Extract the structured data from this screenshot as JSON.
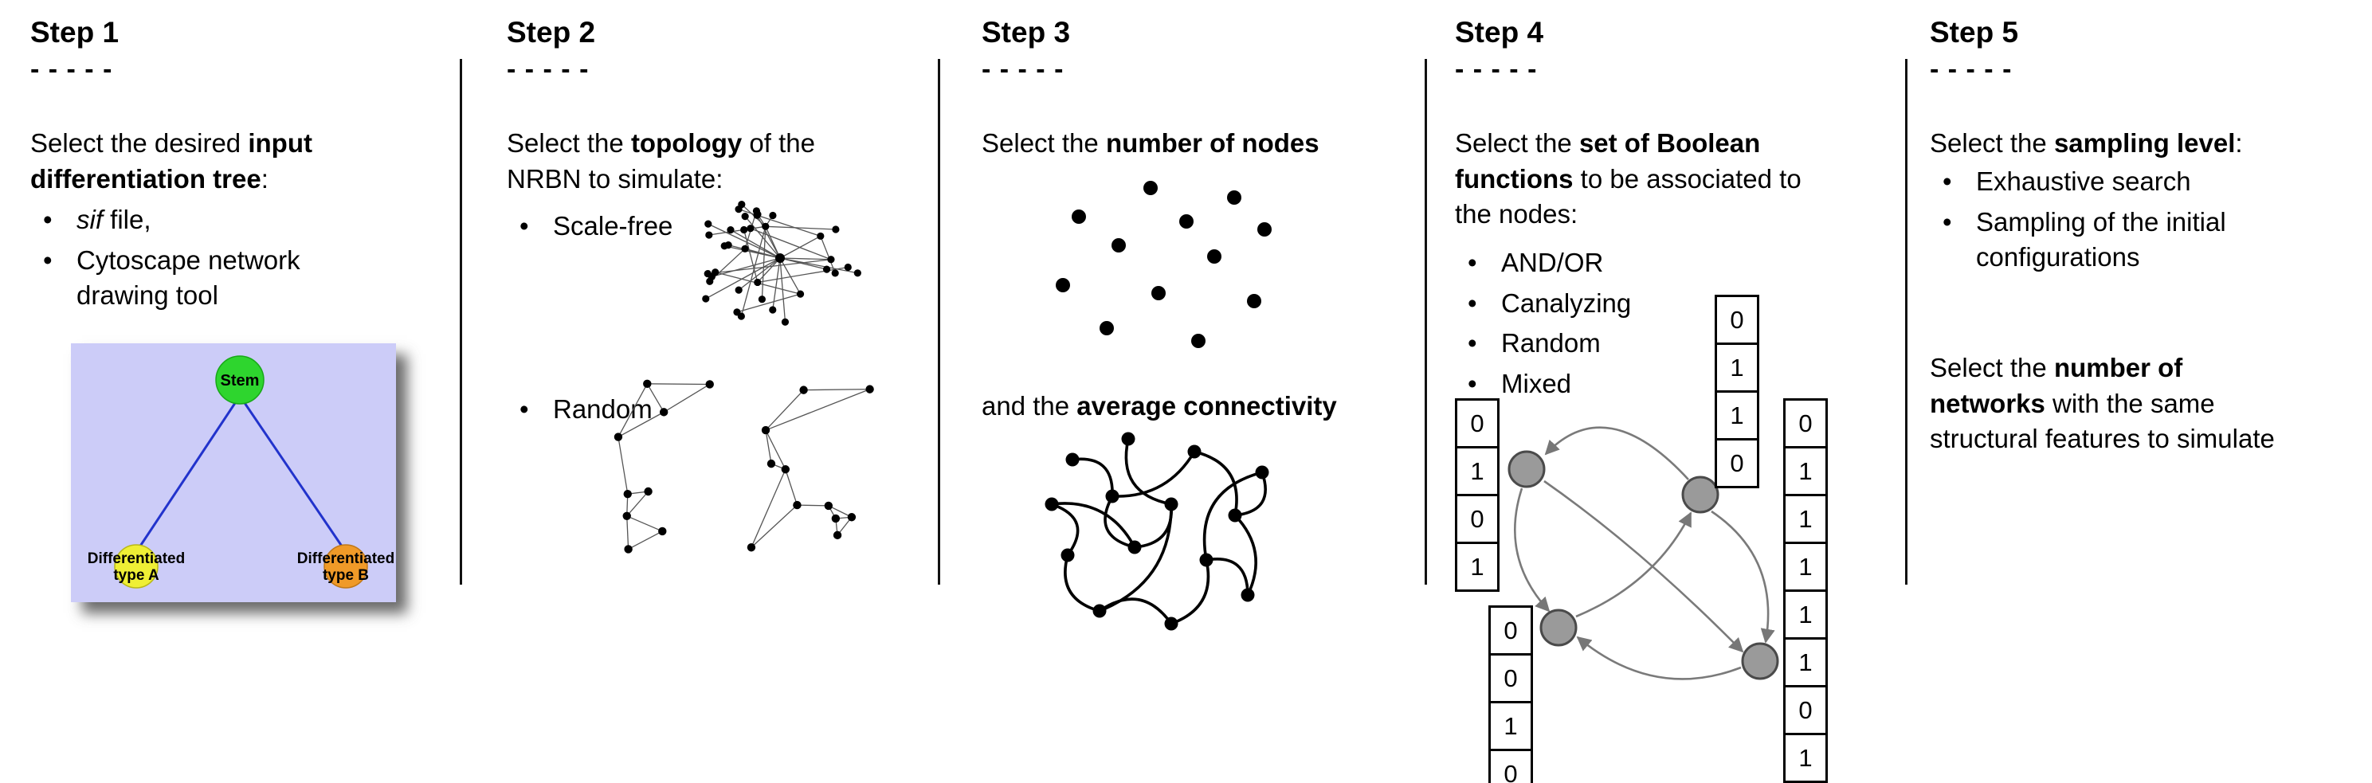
{
  "steps": [
    {
      "title": "Step 1",
      "dashes": "- - - - -",
      "intro": [
        {
          "t": "Select the desired "
        },
        {
          "t": "input",
          "b": true
        },
        {
          "br": true
        },
        {
          "t": "differentiation tree",
          "b": true
        },
        {
          "t": ":"
        }
      ],
      "bullets": [
        [
          {
            "t": "sif",
            "i": true
          },
          {
            "t": " file,"
          }
        ],
        [
          {
            "t": "Cytoscape network"
          },
          {
            "br": true
          },
          {
            "t": "drawing tool"
          }
        ]
      ],
      "figure": {
        "stem_label": "Stem",
        "left_label_line1": "Differentiated",
        "left_label_line2": "type A",
        "right_label_line1": "Differentiated",
        "right_label_line2": "type B",
        "colors": {
          "background": "#ccccf8",
          "stem": "#2ed52e",
          "type_a": "#efef35",
          "type_b": "#f09a28",
          "edge": "#2233cc"
        }
      }
    },
    {
      "title": "Step 2",
      "dashes": "- - - - -",
      "intro": [
        {
          "t": "Select the "
        },
        {
          "t": "topology",
          "b": true
        },
        {
          "t": " of the"
        },
        {
          "br": true
        },
        {
          "t": "NRBN to simulate:"
        }
      ],
      "bullets": [
        [
          {
            "t": "Scale-free"
          }
        ],
        [
          {
            "t": "Random"
          }
        ]
      ]
    },
    {
      "title": "Step 3",
      "dashes": "- - - - -",
      "intro": [
        {
          "t": "Select the "
        },
        {
          "t": "number of nodes",
          "b": true
        }
      ],
      "para2": [
        {
          "t": "and the "
        },
        {
          "t": "average connectivity",
          "b": true
        }
      ]
    },
    {
      "title": "Step 4",
      "dashes": "- - - - -",
      "intro": [
        {
          "t": "Select the "
        },
        {
          "t": "set of Boolean",
          "b": true
        },
        {
          "br": true
        },
        {
          "t": "functions",
          "b": true
        },
        {
          "t": " to be associated to"
        },
        {
          "br": true
        },
        {
          "t": "the nodes:"
        }
      ],
      "bullets": [
        [
          {
            "t": "AND/OR"
          }
        ],
        [
          {
            "t": "Canalyzing"
          }
        ],
        [
          {
            "t": "Random"
          }
        ],
        [
          {
            "t": "Mixed"
          }
        ]
      ],
      "truth_tables": {
        "top": [
          "0",
          "1",
          "1",
          "0"
        ],
        "left": [
          "0",
          "1",
          "0",
          "1"
        ],
        "bottom_left": [
          "0",
          "0",
          "1",
          "0"
        ],
        "right": [
          "0",
          "1",
          "1",
          "1",
          "1",
          "1",
          "0",
          "1"
        ]
      }
    },
    {
      "title": "Step 5",
      "dashes": "- - - - -",
      "intro": [
        {
          "t": "Select the "
        },
        {
          "t": "sampling level",
          "b": true
        },
        {
          "t": ":"
        }
      ],
      "bullets": [
        [
          {
            "t": "Exhaustive search"
          }
        ],
        [
          {
            "t": "Sampling of the initial"
          },
          {
            "br": true
          },
          {
            "t": "configurations"
          }
        ]
      ],
      "para2": [
        {
          "t": "Select the "
        },
        {
          "t": "number of",
          "b": true
        },
        {
          "br": true
        },
        {
          "t": "networks",
          "b": true
        },
        {
          "t": " with the same"
        },
        {
          "br": true
        },
        {
          "t": "structural features to simulate"
        }
      ]
    }
  ]
}
